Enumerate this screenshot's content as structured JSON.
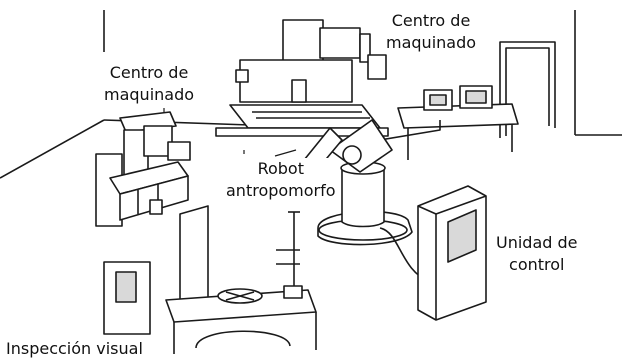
{
  "labels": {
    "machining_center_top": [
      "Centro de",
      "maquinado"
    ],
    "machining_center_left": [
      "Centro de",
      "maquinado"
    ],
    "robot": [
      "Robot",
      "antropomorfo"
    ],
    "control_unit": [
      "Unidad de",
      "control"
    ],
    "visual_inspection": "Inspección visual"
  },
  "colors": {
    "line": "#1a1a1a",
    "fill": "#ffffff",
    "shade": "#d9d9d9"
  }
}
